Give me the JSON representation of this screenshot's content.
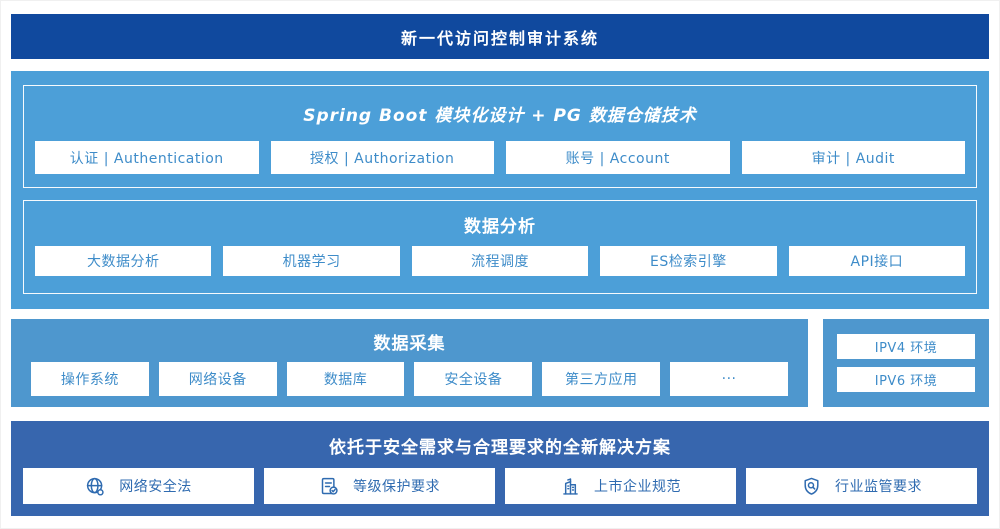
{
  "banner": {
    "title": "新一代访问控制审计系统"
  },
  "colors": {
    "banner_bg": "#10499E",
    "platform_bg": "#4C9FD8",
    "collect_bg": "#4E97CE",
    "solution_bg": "#3766AE",
    "box_text_light": "#3E8CC9",
    "box_text_dark": "#2F6BB0"
  },
  "platform": {
    "spring": {
      "title": "Spring Boot 模块化设计 + PG 数据仓储技术",
      "modules": [
        {
          "label": "认证 | Authentication"
        },
        {
          "label": "授权 | Authorization"
        },
        {
          "label": "账号 | Account"
        },
        {
          "label": "审计 | Audit"
        }
      ]
    },
    "analysis": {
      "title": "数据分析",
      "modules": [
        {
          "label": "大数据分析"
        },
        {
          "label": "机器学习"
        },
        {
          "label": "流程调度"
        },
        {
          "label": "ES检索引擎"
        },
        {
          "label": "API接口"
        }
      ]
    }
  },
  "collection": {
    "title": "数据采集",
    "sources": [
      {
        "label": "操作系统"
      },
      {
        "label": "网络设备"
      },
      {
        "label": "数据库"
      },
      {
        "label": "安全设备"
      },
      {
        "label": "第三方应用"
      },
      {
        "label": "···"
      }
    ]
  },
  "environments": {
    "items": [
      {
        "label": "IPV4 环境"
      },
      {
        "label": "IPV6 环境"
      }
    ]
  },
  "solution": {
    "title": "依托于安全需求与合理要求的全新解决方案",
    "items": [
      {
        "icon": "globe-icon",
        "label": "网络安全法"
      },
      {
        "icon": "document-check-icon",
        "label": "等级保护要求"
      },
      {
        "icon": "building-icon",
        "label": "上市企业规范"
      },
      {
        "icon": "shield-search-icon",
        "label": "行业监管要求"
      }
    ]
  }
}
